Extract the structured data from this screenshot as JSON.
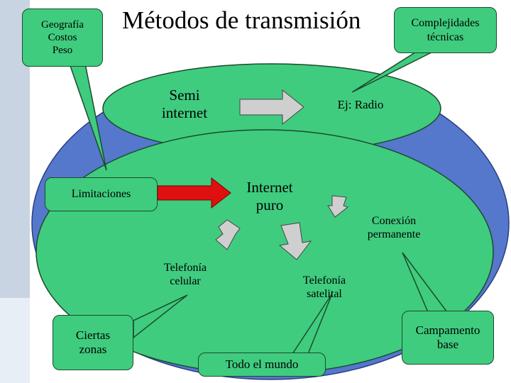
{
  "colors": {
    "outer_ellipse": "#5577cc",
    "green": "#3fcc7f",
    "outline": "#1d4a2c",
    "block_arrow": "#cfcfcf",
    "red_arrow": "#e01010",
    "left_strip": "#c9d4e2"
  },
  "title": "Métodos de transmisión",
  "callouts": {
    "geografia": "Geografía\nCostos\nPeso",
    "complejidades": "Complejidades\ntécnicas",
    "limitaciones": "Limitaciones",
    "ciertas_zonas": "Ciertas\nzonas",
    "todo_el_mundo": "Todo el mundo",
    "campamento": "Campamento\nbase"
  },
  "nodes": {
    "semi_internet": "Semi\ninternet",
    "ej_radio": "Ej: Radio",
    "internet_puro": "Internet\npuro",
    "conexion": "Conexión\npermanente",
    "telefonia_celular": "Telefonía\ncelular",
    "telefonia_satelital": "Telefonía\nsatelital"
  }
}
